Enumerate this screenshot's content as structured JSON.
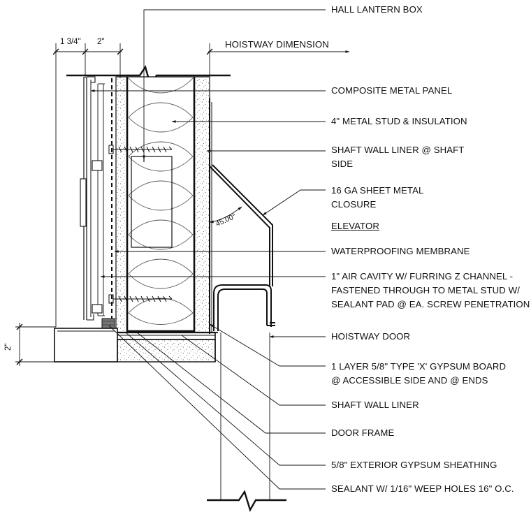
{
  "labels": {
    "hall_lantern_box": "HALL LANTERN BOX",
    "hoistway_dimension": "HOISTWAY DIMENSION",
    "composite_metal_panel": "COMPOSITE METAL PANEL",
    "metal_stud_insulation": "4\" METAL STUD & INSULATION",
    "shaft_wall_liner_side_1": "SHAFT WALL LINER @ SHAFT",
    "shaft_wall_liner_side_2": "SIDE",
    "sheet_metal_closure_1": "16 GA SHEET METAL",
    "sheet_metal_closure_2": "CLOSURE",
    "elevator": "ELEVATOR",
    "waterproofing_membrane": "WATERPROOFING MEMBRANE",
    "air_cavity_1": "1\" AIR CAVITY W/ FURRING Z CHANNEL -",
    "air_cavity_2": "FASTENED THROUGH TO METAL STUD W/",
    "air_cavity_3": "SEALANT PAD @ EA. SCREW PENETRATION",
    "hoistway_door": "HOISTWAY DOOR",
    "gypsum_board_1": "1 LAYER 5/8\" TYPE 'X' GYPSUM BOARD",
    "gypsum_board_2": "@ ACCESSIBLE SIDE AND @ ENDS",
    "shaft_wall_liner": "SHAFT WALL LINER",
    "door_frame": "DOOR FRAME",
    "exterior_sheathing": "5/8\" EXTERIOR GYPSUM SHEATHING",
    "sealant_weep": "SEALANT W/ 1/16\" WEEP HOLES 16\" O.C."
  },
  "dimensions": {
    "panel_depth": "1 3/4\"",
    "cavity_depth": "2\"",
    "sill_height": "2\"",
    "angle": "45.00°"
  }
}
